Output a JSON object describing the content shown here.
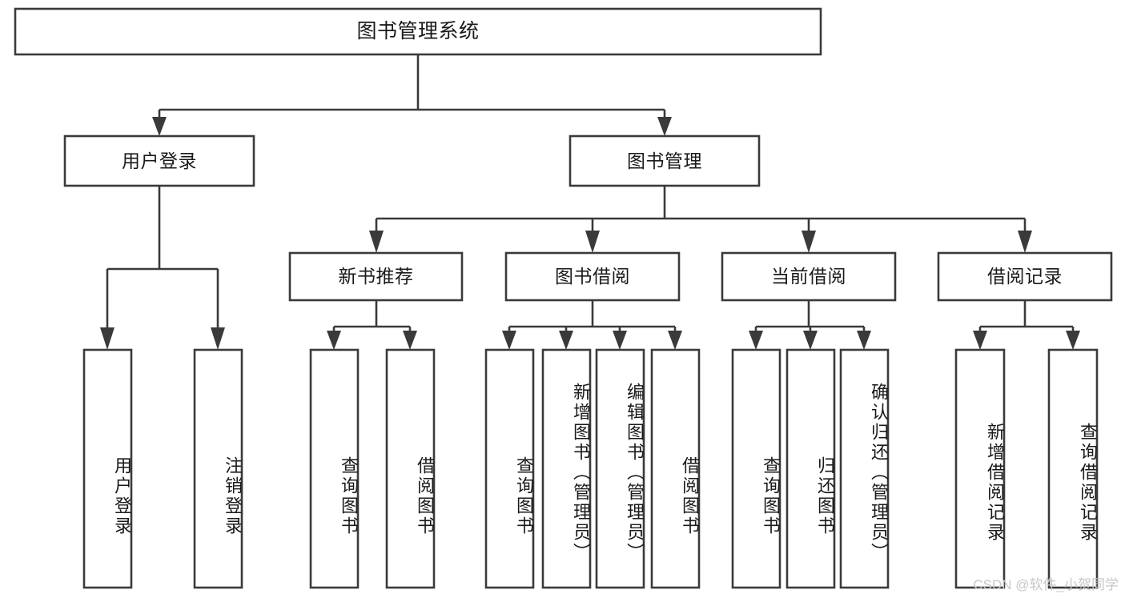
{
  "diagram": {
    "type": "hierarchy-tree",
    "title": "图书管理系统",
    "watermark": "CSDN @软件_小贺同学",
    "colors": {
      "box_stroke": "#3a3a3a",
      "box_fill": "#ffffff",
      "text": "#1a1a1a",
      "background": "#ffffff",
      "watermark": "#c7c7c7"
    },
    "root": {
      "label": "图书管理系统"
    },
    "level2": [
      {
        "label": "用户登录"
      },
      {
        "label": "图书管理"
      }
    ],
    "level3": [
      {
        "label": "新书推荐"
      },
      {
        "label": "图书借阅"
      },
      {
        "label": "当前借阅"
      },
      {
        "label": "借阅记录"
      }
    ],
    "leaves": {
      "user_login": [
        {
          "label": "用户登录"
        },
        {
          "label": "注销登录"
        }
      ],
      "new_book": [
        {
          "label": "查询图书"
        },
        {
          "label": "借阅图书"
        }
      ],
      "book_borrow": [
        {
          "label": "查询图书"
        },
        {
          "label": "新增图书（管理员）"
        },
        {
          "label": "编辑图书（管理员）"
        },
        {
          "label": "借阅图书"
        }
      ],
      "current_borrow": [
        {
          "label": "查询图书"
        },
        {
          "label": "归还图书"
        },
        {
          "label": "确认归还（管理员）"
        }
      ],
      "borrow_record": [
        {
          "label": "新增借阅记录"
        },
        {
          "label": "查询借阅记录"
        }
      ]
    }
  }
}
